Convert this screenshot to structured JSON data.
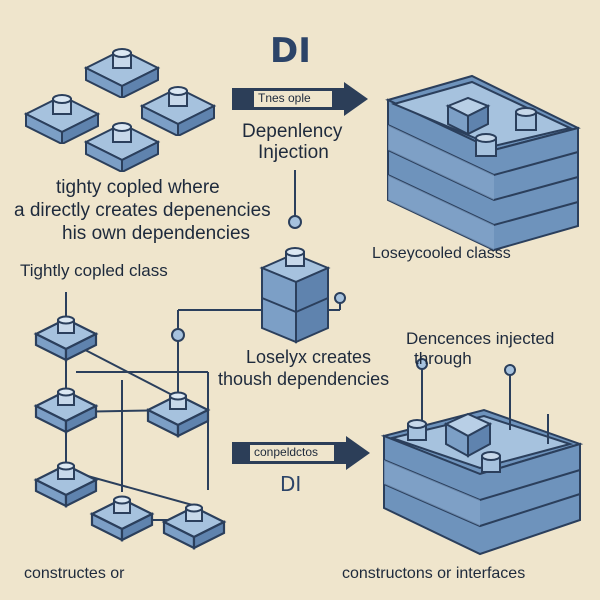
{
  "header": {
    "title": "DI",
    "title_color": "#2c4468"
  },
  "top_arrow": {
    "label": "Tnes ople"
  },
  "center_caption": {
    "line1": "Depenlency",
    "line2": "Injection"
  },
  "tight_description": {
    "line1": "tighty copled where",
    "line2": "a directly creates depenencies",
    "line3": "his own dependencies"
  },
  "loose_top_caption": "Loseycooled  classs",
  "tight_class_label": "Tightly copled class",
  "middle_caption": {
    "line1": "Loselyx creates",
    "line2": "thoush dependencies"
  },
  "injected_caption": {
    "line1": "Dencences injected",
    "line2": "through"
  },
  "bottom_arrow": {
    "label": "conpeldctos"
  },
  "bottom_title": "DI",
  "bottom_left_caption": "constructes or",
  "bottom_right_caption": "constructons or interfaces",
  "colors": {
    "background": "#efe5cc",
    "block_top": "#a6c2de",
    "block_side": "#6e93bc",
    "outline": "#2b3f5c",
    "arrow": "#2c3e58"
  },
  "icons": [
    "block-icon",
    "stack-icon",
    "arrow-right-icon",
    "connector-pin-icon"
  ]
}
